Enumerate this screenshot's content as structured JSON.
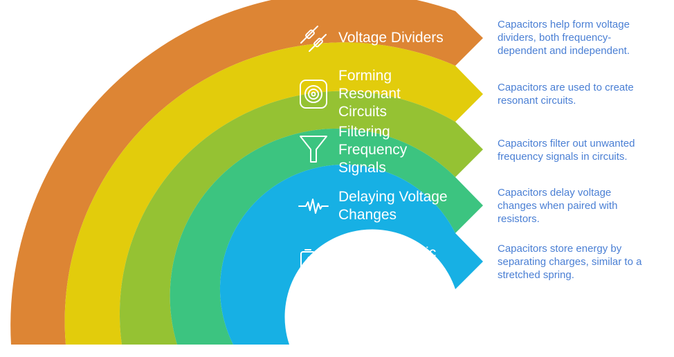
{
  "colors": {
    "band1": "#dd8534",
    "band2": "#e2cc0c",
    "band3": "#95c233",
    "band4": "#3cc480",
    "band5": "#17b0e4",
    "description_text": "#4a7fd4"
  },
  "bands": [
    {
      "title": "Voltage Dividers",
      "icon": "resistor-icon",
      "description": "Capacitors help form voltage\ndividers, both frequency-\ndependent and independent."
    },
    {
      "title": "Forming\nResonant\nCircuits",
      "icon": "speaker-icon",
      "description": "Capacitors are used to create\nresonant circuits."
    },
    {
      "title": "Filtering\nFrequency\nSignals",
      "icon": "funnel-icon",
      "description": "Capacitors filter out unwanted\nfrequency signals in circuits."
    },
    {
      "title": "Delaying Voltage\nChanges",
      "icon": "waveform-icon",
      "description": "Capacitors delay voltage\nchanges when paired with\nresistors."
    },
    {
      "title": "Storing Electric\nEnergy",
      "icon": "battery-leaf-icon",
      "description": "Capacitors store energy by\nseparating charges, similar to a\nstretched spring."
    }
  ]
}
